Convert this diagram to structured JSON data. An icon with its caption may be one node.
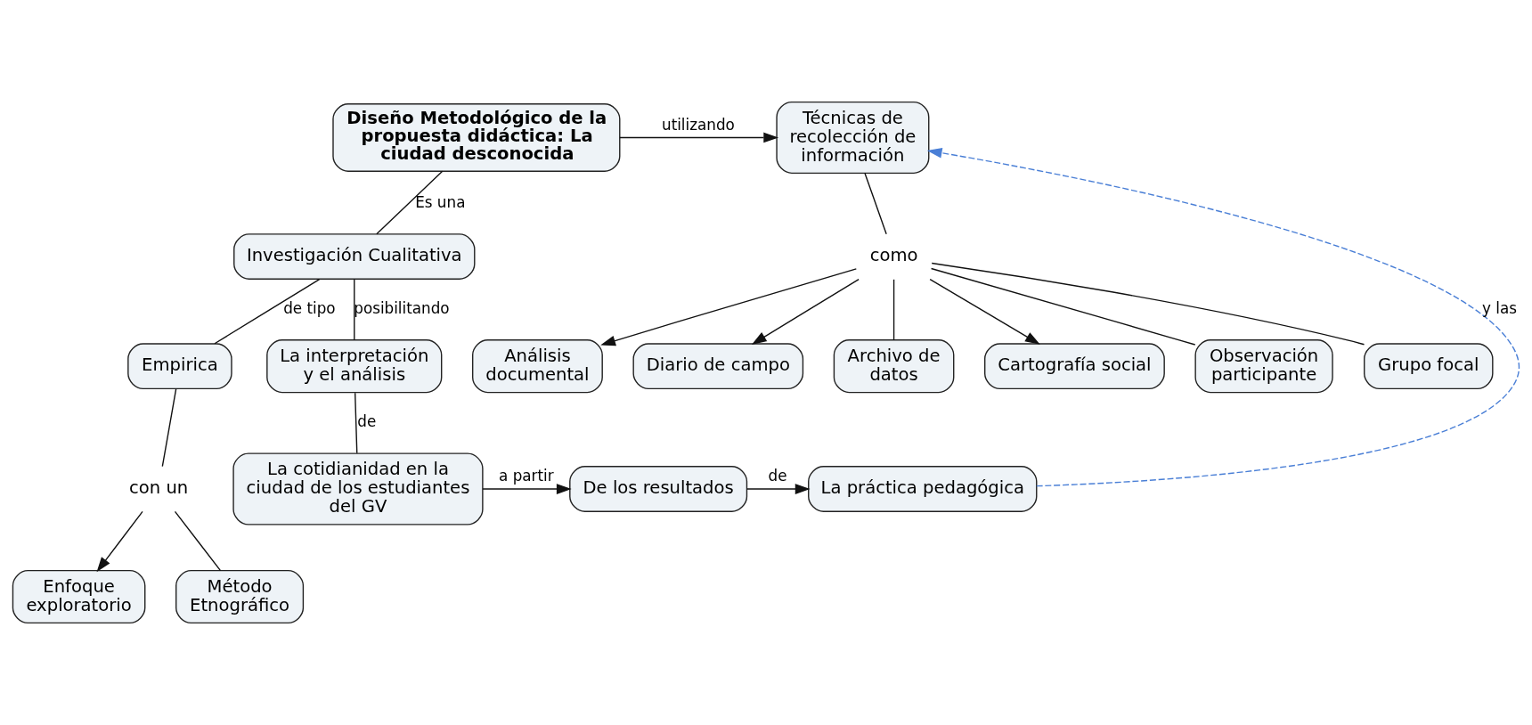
{
  "diagram": {
    "nodes": [
      {
        "text": [
          "Diseño Metodológico de la propuesta didáctica: La ciudad desconocida"
        ]
      },
      {
        "text": [
          "Técnicas de recolección de información"
        ]
      },
      {
        "text": [
          "Investigación Cualitativa"
        ]
      },
      {
        "text": [
          "como"
        ]
      },
      {
        "text": [
          "Análisis documental"
        ]
      },
      {
        "text": [
          "Diario de campo"
        ]
      },
      {
        "text": [
          "Archivo de datos"
        ]
      },
      {
        "text": [
          "Cartografía social"
        ]
      },
      {
        "text": [
          "Observación participante"
        ]
      },
      {
        "text": [
          "Grupo focal"
        ]
      },
      {
        "text": [
          "Empirica"
        ]
      },
      {
        "text": [
          "con un"
        ]
      },
      {
        "text": [
          "Enfoque exploratorio"
        ]
      },
      {
        "text": [
          "La interpretación y el análisis"
        ]
      },
      {
        "text": [
          "Método Etnográfico"
        ]
      },
      {
        "text": [
          "La cotidianidad en la ciudad de los estudiantes del GV"
        ]
      },
      {
        "text": [
          "De los resultados"
        ]
      },
      {
        "text": [
          "La práctica pedagógica"
        ]
      }
    ],
    "edges": [
      {
        "from": 0,
        "to": 1,
        "arrow": "to",
        "label": "utilizando"
      },
      {
        "from": 0,
        "to": 2,
        "arrow": "none",
        "label": "Es una"
      },
      {
        "from": 1,
        "to": 3,
        "arrow": "none"
      },
      {
        "from": 3,
        "to": 4,
        "arrow": "to"
      },
      {
        "from": 3,
        "to": 5,
        "arrow": "to"
      },
      {
        "from": 3,
        "to": 6,
        "arrow": "none"
      },
      {
        "from": 3,
        "to": 7,
        "arrow": "to"
      },
      {
        "from": 3,
        "to": 8,
        "arrow": "none"
      },
      {
        "from": 3,
        "to": 9,
        "arrow": "none"
      },
      {
        "from": 2,
        "to": 13,
        "arrow": "none",
        "label": "posibilitando"
      },
      {
        "from": 2,
        "to": 10,
        "arrow": "none",
        "label": "de tipo"
      },
      {
        "from": 10,
        "to": 11,
        "arrow": "none"
      },
      {
        "from": 11,
        "to": 12,
        "arrow": "to"
      },
      {
        "from": 11,
        "to": 14,
        "arrow": "none"
      },
      {
        "from": 13,
        "to": 15,
        "arrow": "none",
        "label": "de"
      },
      {
        "from": 15,
        "to": 16,
        "arrow": "to",
        "label": "a partir"
      },
      {
        "from": 16,
        "to": 17,
        "arrow": "to",
        "label": "de"
      },
      {
        "from": 17,
        "to": 1,
        "arrow": "to",
        "label": "y las",
        "style": "dashed",
        "color": "#4a7fd6"
      }
    ]
  }
}
